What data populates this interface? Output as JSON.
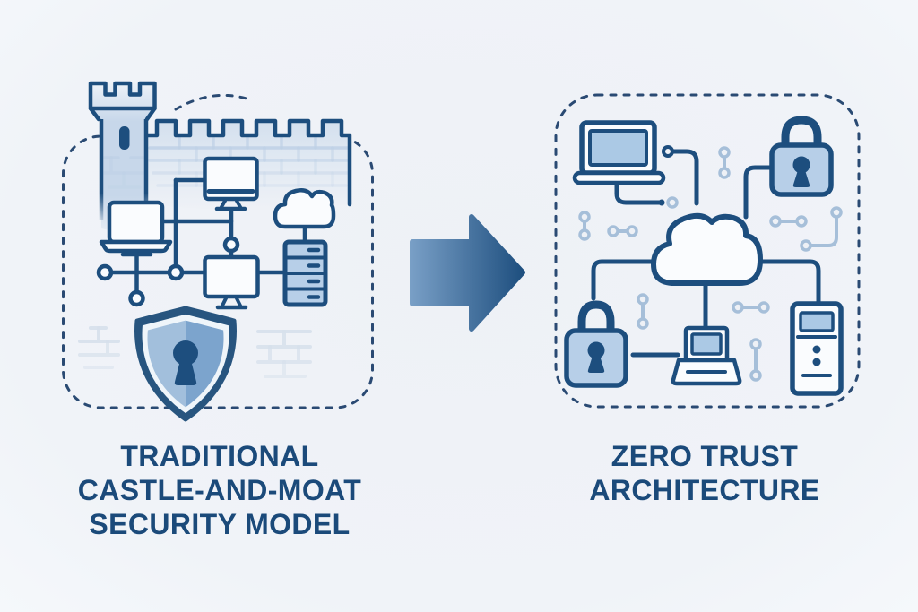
{
  "page": {
    "title": "Traditional Castle-and-Moat Security Model vs Zero Trust Architecture"
  },
  "colors": {
    "background": "#eef1f6",
    "outline": "#1d4e7e",
    "paper": "#fafcfe",
    "fill_light": "#b7cfe8",
    "fill_screen": "#abc9e5",
    "trace_light": "#a6bfd9",
    "brick": "#d6e0eb",
    "wall_brick": "#bdd0e6",
    "wall_top": "#d4e0ee",
    "wall_mid": "#e2eaf3",
    "tower_hi": "#edf2f8",
    "tower_mid": "#c7d7ea",
    "dash": "#2a4a73",
    "caption": "#1b4a7a",
    "shield_border": "#28557f",
    "shield_ring": "#eff5fa",
    "shield_left": "#a2bfdc",
    "shield_right": "#7ca4cd",
    "arrow_start": "#7ba1c8",
    "arrow_end": "#1d4e7e"
  },
  "left_panel": {
    "caption": {
      "lines": [
        "TRADITIONAL",
        "CASTLE-AND-MOAT",
        "SECURITY MODEL"
      ]
    },
    "icons": [
      "castle-tower-icon",
      "castle-wall-icon",
      "desktop-monitor-icon",
      "laptop-icon",
      "desktop-monitor-icon",
      "cloud-icon",
      "server-stack-icon",
      "network-node-icon",
      "shield-keyhole-icon",
      "brick-pattern-icon"
    ]
  },
  "transition": {
    "icon": "right-arrow-icon",
    "direction": "right"
  },
  "right_panel": {
    "caption": {
      "lines": [
        "ZERO TRUST",
        "ARCHITECTURE"
      ]
    },
    "icons": [
      "laptop-icon",
      "padlock-icon",
      "cloud-icon",
      "padlock-icon",
      "laptop-icon",
      "server-tower-icon",
      "circuit-trace-icon"
    ]
  }
}
